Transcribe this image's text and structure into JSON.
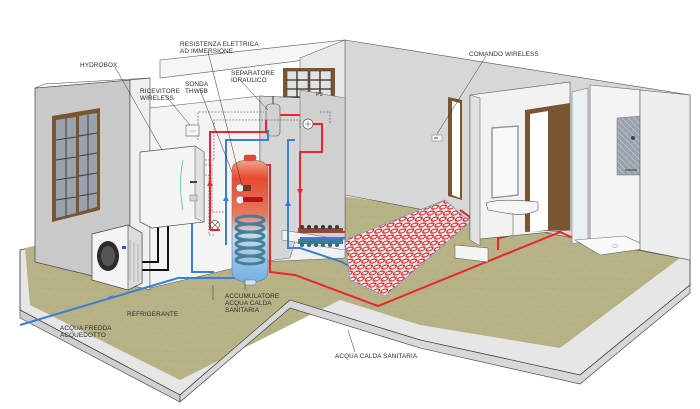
{
  "diagram": {
    "title": "Impianto pompa di calore con Hydrobox",
    "colors": {
      "hot_pipe": "#e8262b",
      "cold_pipe": "#3a7fd4",
      "refrigerant_pipe": "#111111",
      "floor": "#b7b387",
      "wall_light": "#f2f2f2",
      "wall_shade": "#d4d4d4",
      "wood": "#7a5532",
      "tank_hot": "#e8492e",
      "tank_cold": "#7fb8e6"
    },
    "labels": {
      "hydrobox": "HYDROBOX",
      "ricevitore": "RICEVITORE\nWIRELESS",
      "sonda": "SONDA\nTHW5B",
      "resistenza": "RESISTENZA ELETTRICA\nAD IMMERSIONE",
      "separatore": "SEPARATORE\nIDRAULICO",
      "comando": "COMANDO WIRELESS",
      "accumulatore": "ACCUMULATORE\nACQUA CALDA\nSANITARIA",
      "refrigerante": "REFRIGERANTE",
      "acqua_fredda": "ACQUA FREDDA\nACQUEDOTTO",
      "acqua_calda": "ACQUA CALDA SANITARIA",
      "pump": "P2"
    },
    "components": [
      {
        "id": "outdoor-unit",
        "name": "Unità esterna pompa di calore"
      },
      {
        "id": "hydrobox",
        "name": "Hydrobox"
      },
      {
        "id": "dhw-tank",
        "name": "Accumulatore acqua calda sanitaria"
      },
      {
        "id": "hydraulic-separator",
        "name": "Separatore idraulico"
      },
      {
        "id": "pump-p2",
        "name": "Pompa P2"
      },
      {
        "id": "manifold",
        "name": "Collettore"
      },
      {
        "id": "floor-heating",
        "name": "Pannelli radianti a pavimento"
      },
      {
        "id": "washbasin",
        "name": "Lavabo"
      },
      {
        "id": "shower",
        "name": "Doccia"
      },
      {
        "id": "wireless-control",
        "name": "Comando wireless"
      }
    ]
  }
}
